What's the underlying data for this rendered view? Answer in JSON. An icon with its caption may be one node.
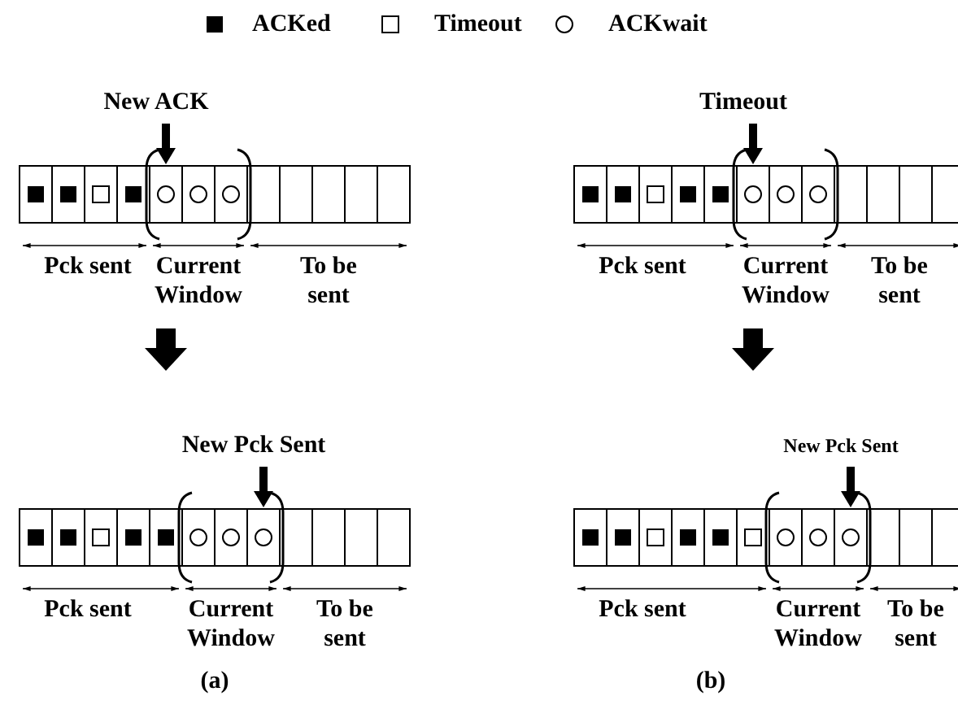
{
  "diagram": {
    "labels": [
      "New ACK",
      "Timeout",
      "Pck sent",
      "Current Window",
      "To be sent",
      "Pck sent",
      "Current Window",
      "To be sent",
      "New Pck Sent",
      "New Pck Sent",
      "Pck sent",
      "Current Window",
      "To be sent",
      "Pck sent",
      "Current Window",
      "To be sent",
      "(a)",
      "(b)"
    ],
    "legend": [
      {
        "text": "ACKed"
      },
      {
        "text": "Timeout"
      },
      {
        "text": "ACKwait"
      }
    ]
  }
}
